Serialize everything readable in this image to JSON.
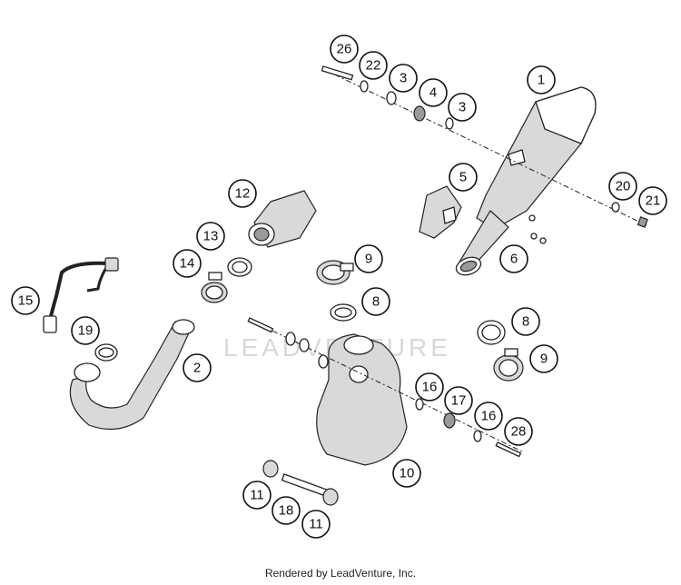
{
  "watermark": "LEADVENTURE",
  "footer": "Rendered by LeadVenture, Inc.",
  "callouts": [
    "26",
    "22",
    "3",
    "4",
    "3",
    "1",
    "5",
    "20",
    "21",
    "6",
    "12",
    "13",
    "14",
    "9",
    "8",
    "15",
    "19",
    "2",
    "8",
    "9",
    "16",
    "17",
    "16",
    "28",
    "10",
    "11",
    "18",
    "11"
  ]
}
